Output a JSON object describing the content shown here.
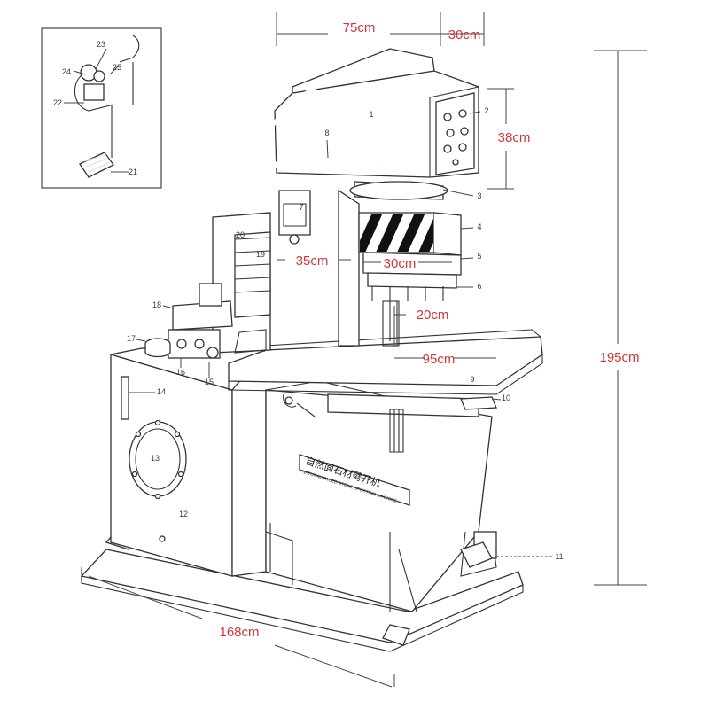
{
  "dimensions": {
    "d75": "75cm",
    "d30top": "30cm",
    "d38": "38cm",
    "d195": "195cm",
    "d35": "35cm",
    "d30mid": "30cm",
    "d20": "20cm",
    "d95": "95cm",
    "d168": "168cm"
  },
  "machine_label": {
    "cn": "自然面石材劈开机",
    "en": "NATURAL-FACED STONE SPLITTING MACHINE"
  },
  "parts": [
    "1",
    "2",
    "3",
    "4",
    "5",
    "6",
    "7",
    "8",
    "9",
    "10",
    "11",
    "12",
    "13",
    "14",
    "15",
    "16",
    "17",
    "18",
    "19",
    "20",
    "21",
    "22",
    "23",
    "24",
    "25"
  ],
  "colors": {
    "dimension_text": "#d2373a",
    "line": "#333333"
  }
}
